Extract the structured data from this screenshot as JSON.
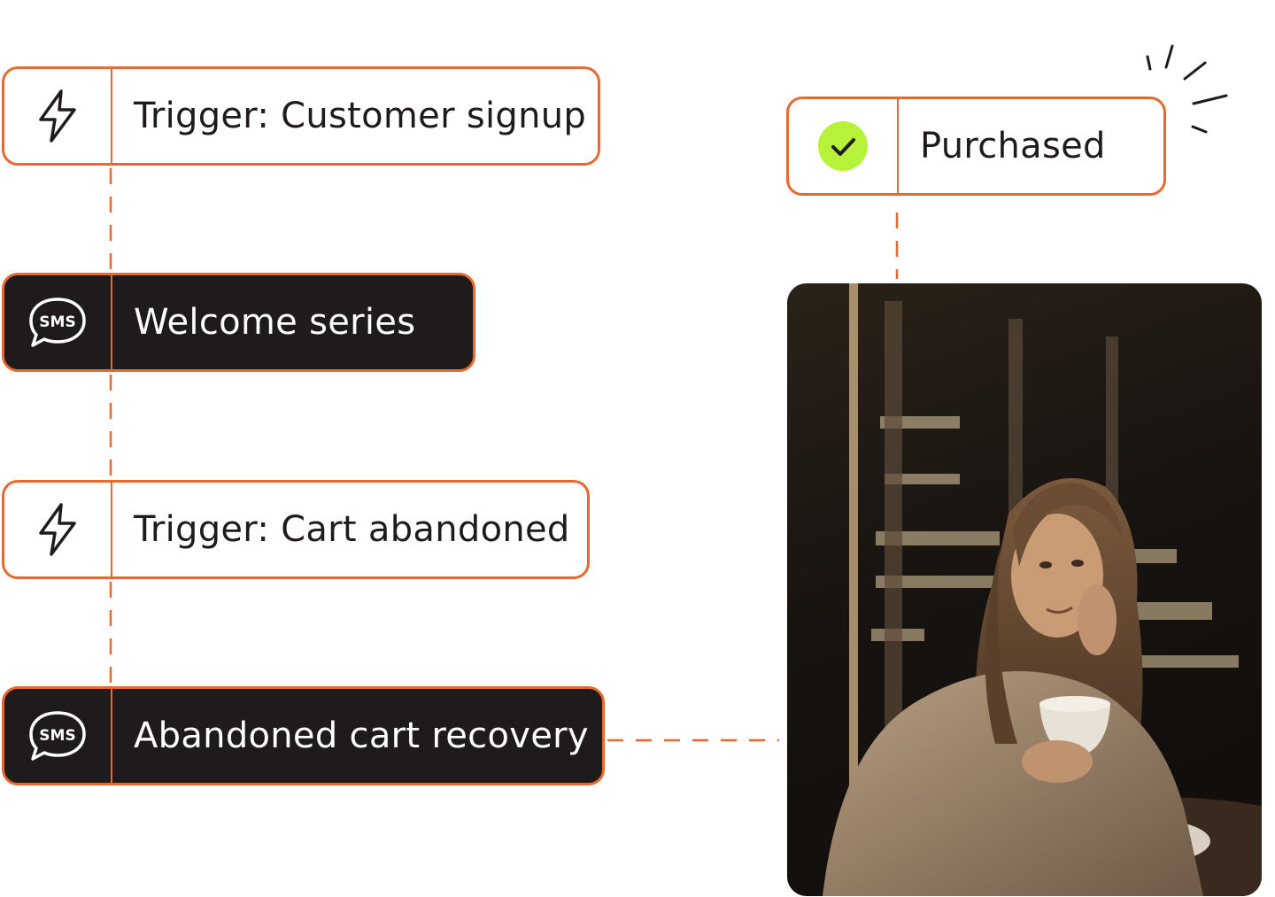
{
  "colors": {
    "accent": "#E8692F",
    "dark": "#1F1B1D",
    "success": "#B7F23A",
    "white": "#FFFFFF"
  },
  "nodes": [
    {
      "label": "Trigger: Customer signup",
      "icon": "lightning-icon",
      "style": "light"
    },
    {
      "label": "Welcome series",
      "icon": "sms-bubble-icon",
      "style": "dark",
      "icon_text": "SMS"
    },
    {
      "label": "Trigger: Cart abandoned",
      "icon": "lightning-icon",
      "style": "light"
    },
    {
      "label": "Abandoned cart recovery",
      "icon": "sms-bubble-icon",
      "style": "dark",
      "icon_text": "SMS"
    }
  ],
  "outcome": {
    "label": "Purchased",
    "icon": "check-circle-icon"
  },
  "photo": {
    "subject": "woman-with-coffee-photo"
  }
}
